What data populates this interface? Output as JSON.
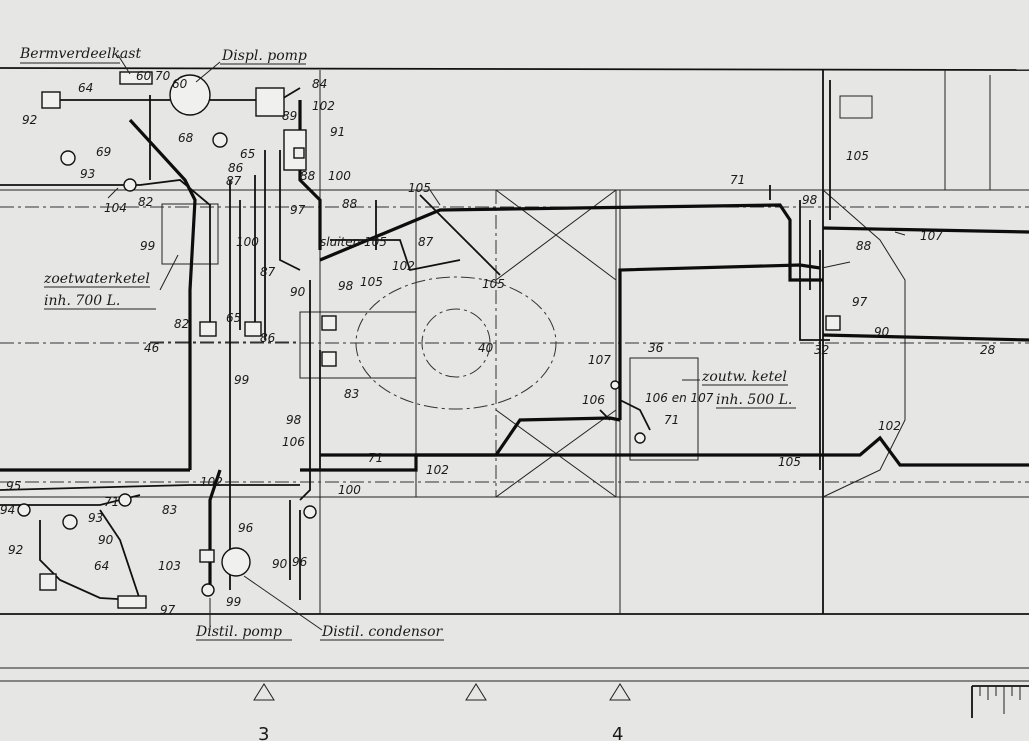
{
  "labels": {
    "bermverdeelkast": "Bermverdeelkast",
    "displ_pomp": "Displ. pomp",
    "zoetwaterketel": "zoetwaterketel",
    "zoetwaterketel_cap": "inh. 700 L.",
    "zoutw_ketel": "zoutw. ketel",
    "zoutw_ketel_cap": "inh. 500 L.",
    "distil_pomp": "Distil. pomp",
    "distil_condensor": "Distil. condensor",
    "sluiten": "sluiten 105",
    "n106en107": "106 en 107"
  },
  "numbers": {
    "n64a": "64",
    "n60a": "60",
    "n70": "70",
    "n60b": "60",
    "n84": "84",
    "n92a": "92",
    "n102a": "102",
    "n69": "69",
    "n68": "68",
    "n91": "91",
    "n89": "89",
    "n93a": "93",
    "n65a": "65",
    "n86a": "86",
    "n87a": "87",
    "n88a": "88",
    "n100a": "100",
    "n104": "104",
    "n82a": "82",
    "n88b": "88",
    "n99a": "99",
    "n100b": "100",
    "n105a": "105",
    "n71a": "71",
    "n98a": "98",
    "n105b": "105",
    "n107a": "107",
    "n88c": "88",
    "n97a": "97",
    "n87b": "87",
    "n102b": "102",
    "n98b": "98",
    "n105c": "105",
    "n105d": "105",
    "n90a": "90",
    "n87c": "87",
    "n82b": "82",
    "n65b": "65",
    "n86b": "86",
    "n46": "46",
    "n40": "40",
    "n36": "36",
    "n32": "32",
    "n28": "28",
    "n97b": "97",
    "n99b": "99",
    "n83a": "83",
    "n98c": "98",
    "n107b": "107",
    "n106a": "106",
    "n71b": "71",
    "n106b": "106",
    "n102c": "102",
    "n102d": "102",
    "n105e": "105",
    "n102e": "102",
    "n95": "95",
    "n71c": "71",
    "n100c": "100",
    "n93b": "93",
    "n83b": "83",
    "n90b": "90",
    "n92b": "92",
    "n64b": "64",
    "n96a": "96",
    "n96b": "96",
    "n90c": "90",
    "n103": "103",
    "n99c": "99",
    "n97c": "97",
    "n94": "94",
    "n71d": "71",
    "n90d": "90"
  },
  "frames": {
    "f3": "3",
    "f4": "4"
  }
}
